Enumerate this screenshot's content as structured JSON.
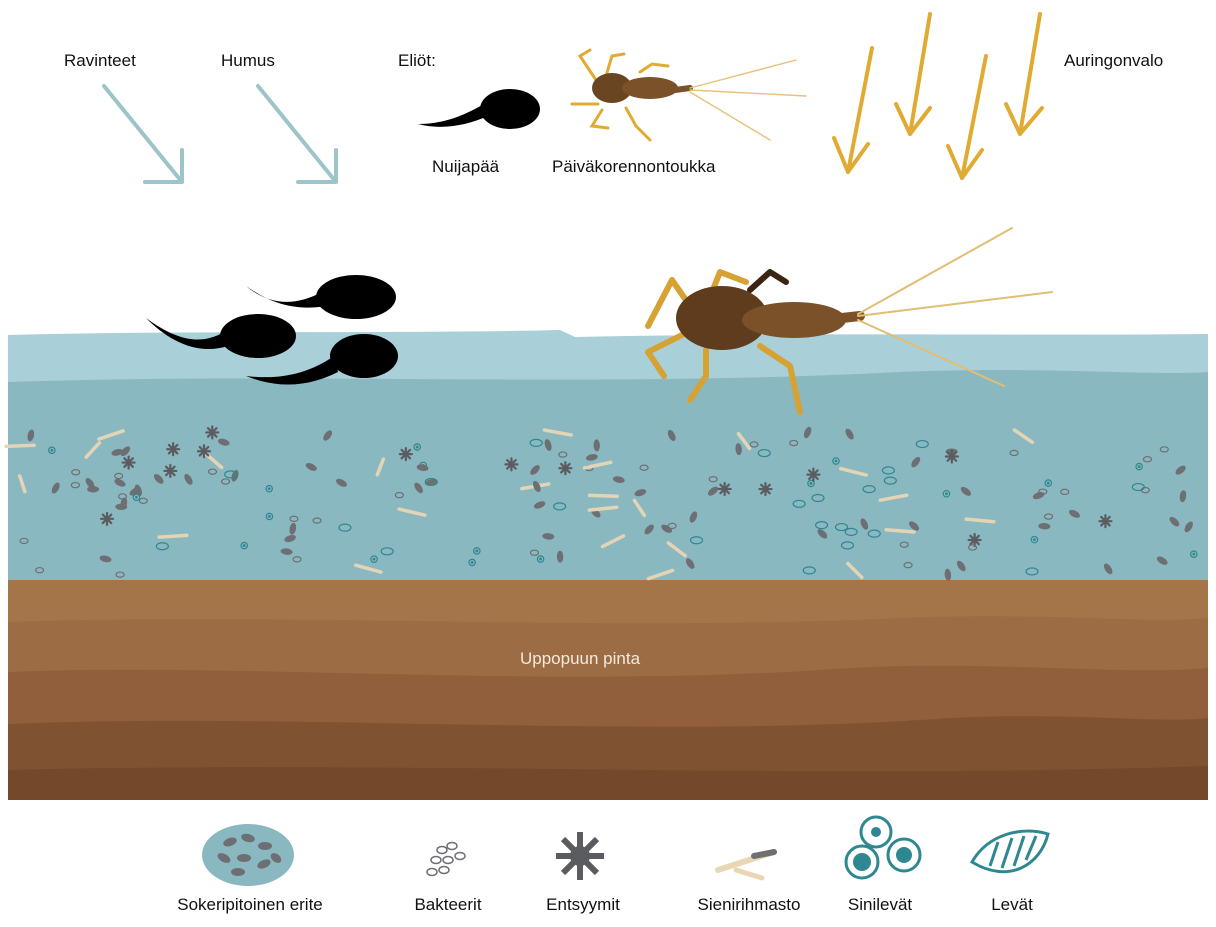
{
  "inputs": {
    "ravinteet": "Ravinteet",
    "humus": "Humus",
    "eliot": "Eliöt:",
    "auringonvalo": "Auringonvalo"
  },
  "organisms": {
    "nuijapaa": "Nuijapää",
    "paivakorennontoukka": "Päiväkorennontoukka"
  },
  "surface_label": "Uppopuun pinta",
  "legend": [
    "Sokeripitoinen erite",
    "Bakteerit",
    "Entsyymit",
    "Sienirihmasto",
    "Sinilevät",
    "Levät"
  ],
  "colors": {
    "arrow_blue": "#9cc4c9",
    "arrow_gold": "#e1ab33",
    "water_light": "#a9cfd8",
    "water_dark": "#8ab8c0",
    "biofilm": "#8fbcc3",
    "wood_1": "#a5754a",
    "wood_2": "#9a6b43",
    "wood_3": "#8d5f3b",
    "wood_4": "#7e5333",
    "tadpole": "#000000",
    "mayfly_body": "#6a4522",
    "particle": "#6d6f73",
    "algae_teal": "#2f8791"
  }
}
